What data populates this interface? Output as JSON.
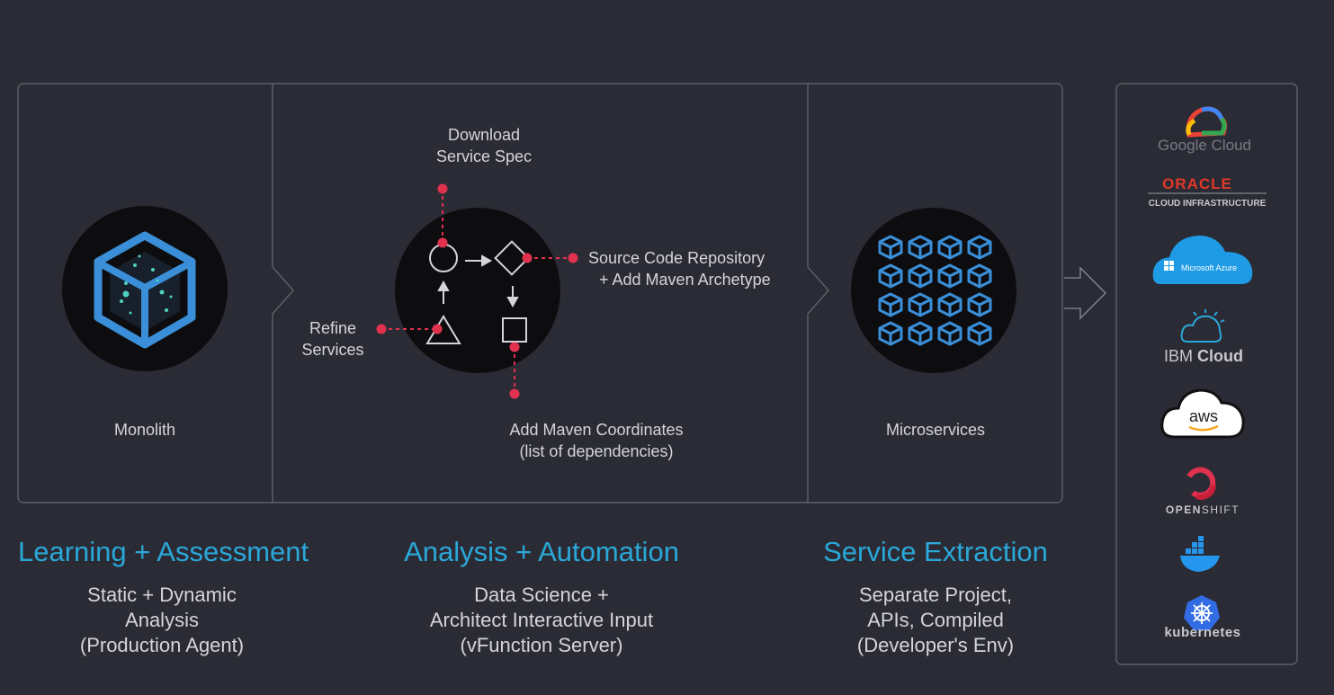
{
  "stages": [
    {
      "title": "Learning + Assessment",
      "description": [
        "Static + Dynamic",
        "Analysis",
        "(Production Agent)"
      ]
    },
    {
      "title": "Analysis + Automation",
      "description": [
        "Data Science +",
        "Architect Interactive Input",
        "(vFunction Server)"
      ]
    },
    {
      "title": "Service Extraction",
      "description": [
        "Separate Project,",
        "APIs, Compiled",
        "(Developer's Env)"
      ]
    }
  ],
  "nodes": {
    "monolith": "Monolith",
    "microservices": "Microservices"
  },
  "analysis_steps": {
    "download": [
      "Download",
      "Service Spec"
    ],
    "source_repo": [
      "Source Code Repository",
      "+ Add Maven Archetype"
    ],
    "refine": [
      "Refine",
      "Services"
    ],
    "maven_coords": [
      "Add Maven Coordinates",
      "(list of dependencies)"
    ]
  },
  "platforms": {
    "google_cloud": "Google Cloud",
    "oracle": "ORACLE",
    "oracle_sub": "CLOUD INFRASTRUCTURE",
    "azure": "Microsoft Azure",
    "ibm_prefix": "IBM",
    "ibm_cloud": "Cloud",
    "aws": "aws",
    "openshift_bold": "OPEN",
    "openshift_rest": "SHIFT",
    "kubernetes": "kubernetes"
  },
  "colors": {
    "background": "#2b2b35",
    "accent_blue": "#2aa8d8",
    "connector_red": "#e0324f",
    "cube_blue": "#3a8fd8",
    "panel_border": "#6a6a74"
  }
}
